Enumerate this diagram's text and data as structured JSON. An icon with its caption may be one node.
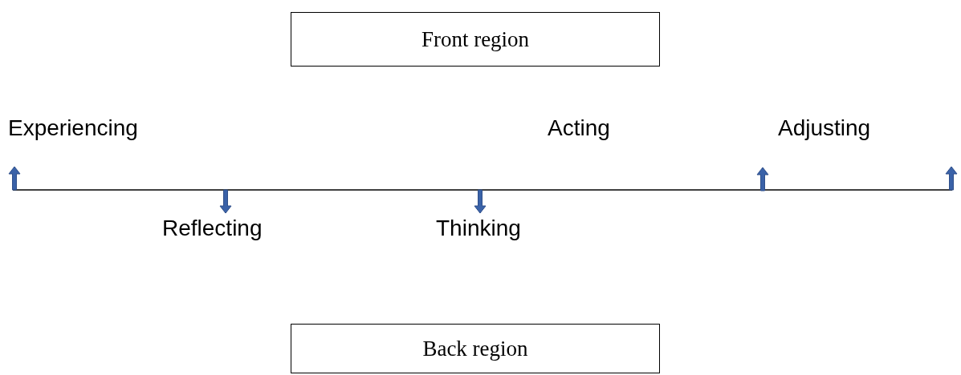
{
  "diagram": {
    "nodes": [
      {
        "text": [
          "Front region"
        ]
      },
      {
        "text": [
          "Back region"
        ]
      }
    ],
    "labels": [
      "Experiencing",
      "Acting",
      "Adjusting",
      "Reflecting",
      "Thinking"
    ]
  }
}
